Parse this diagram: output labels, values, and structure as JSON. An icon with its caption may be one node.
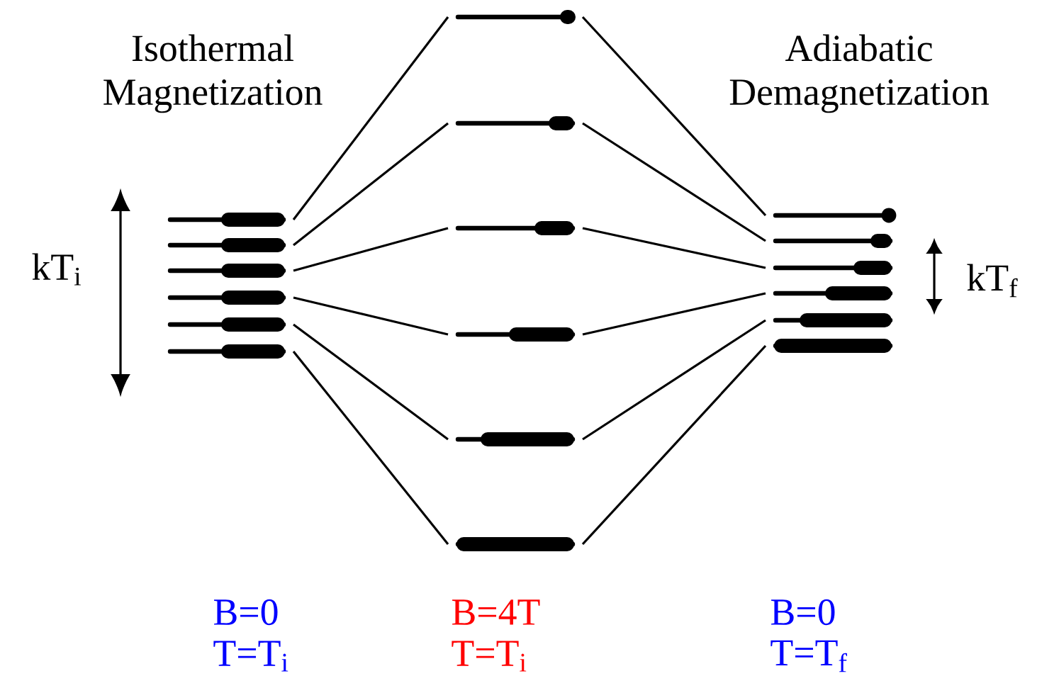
{
  "diagram": {
    "nodes": [
      {
        "text": [],
        "shape": "bar"
      },
      {
        "text": [],
        "shape": "bar"
      },
      {
        "text": [],
        "shape": "bar"
      },
      {
        "text": [],
        "shape": "bar"
      },
      {
        "text": [],
        "shape": "bar"
      },
      {
        "text": [],
        "shape": "bar"
      },
      {
        "text": [],
        "shape": "bar"
      },
      {
        "text": [],
        "shape": "bar"
      },
      {
        "text": [],
        "shape": "bar"
      },
      {
        "text": [],
        "shape": "bar"
      },
      {
        "text": [],
        "shape": "bar"
      },
      {
        "text": [],
        "shape": "bar"
      },
      {
        "text": [],
        "shape": "bar"
      },
      {
        "text": [],
        "shape": "bar"
      },
      {
        "text": [],
        "shape": "bar"
      },
      {
        "text": [],
        "shape": "bar"
      },
      {
        "text": [],
        "shape": "bar"
      },
      {
        "text": [],
        "shape": "bar"
      }
    ],
    "edges": [
      {
        "from": 0,
        "to": 6,
        "arrow": "none"
      },
      {
        "from": 1,
        "to": 7,
        "arrow": "none"
      },
      {
        "from": 2,
        "to": 8,
        "arrow": "none"
      },
      {
        "from": 3,
        "to": 9,
        "arrow": "none"
      },
      {
        "from": 4,
        "to": 10,
        "arrow": "none"
      },
      {
        "from": 5,
        "to": 11,
        "arrow": "none"
      },
      {
        "from": 6,
        "to": 12,
        "arrow": "none"
      },
      {
        "from": 7,
        "to": 13,
        "arrow": "none"
      },
      {
        "from": 8,
        "to": 14,
        "arrow": "none"
      },
      {
        "from": 9,
        "to": 15,
        "arrow": "none"
      },
      {
        "from": 10,
        "to": 16,
        "arrow": "none"
      },
      {
        "from": 11,
        "to": 17,
        "arrow": "none"
      }
    ],
    "labels": [
      "Isothermal Magnetization",
      "Adiabatic Demagnetization",
      "kT$_{i}$",
      "kT$_{f}$",
      "B=0",
      "T=T$_{i}$",
      "B=4T",
      "T=T$_{i}$",
      "B=0",
      "T=T$_{f}$"
    ]
  }
}
